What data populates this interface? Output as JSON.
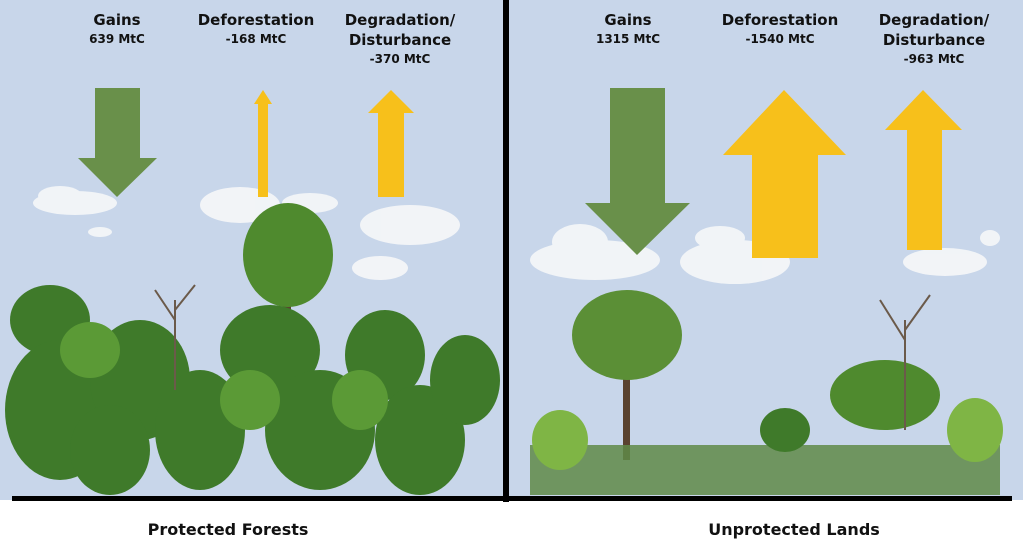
{
  "protected": {
    "title": "Protected Forests",
    "gains": {
      "label": "Gains",
      "value": "639 MtC"
    },
    "deforestation": {
      "label": "Deforestation",
      "value": "-168 MtC"
    },
    "degradation": {
      "label": "Degradation/ Disturbance",
      "value": "-370 MtC"
    }
  },
  "unprotected": {
    "title": "Unprotected Lands",
    "gains": {
      "label": "Gains",
      "value": "1315 MtC"
    },
    "deforestation": {
      "label": "Deforestation",
      "value": "-1540 MtC"
    },
    "degradation": {
      "label": "Degradation/ Disturbance",
      "value": "-963 MtC"
    }
  },
  "colors": {
    "sky": "#c8d6ea",
    "gain_arrow": "#69904a",
    "loss_arrow": "#f7c01b",
    "foliage": "#3f7a2a"
  }
}
